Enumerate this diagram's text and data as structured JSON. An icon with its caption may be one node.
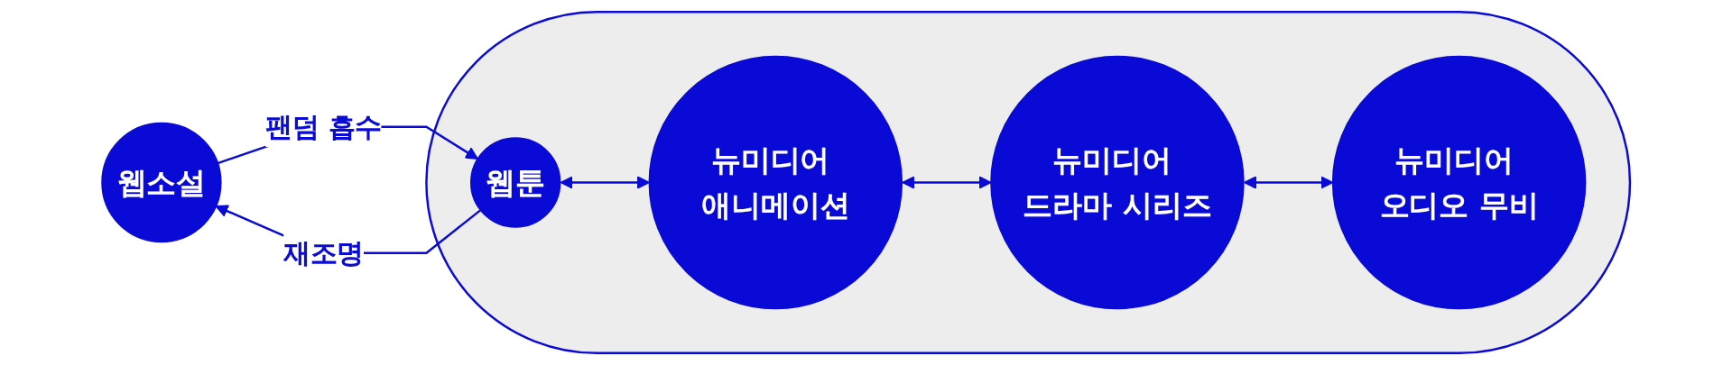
{
  "diagram": {
    "nodes": [
      {
        "text": [
          "웹소설"
        ]
      },
      {
        "text": [],
        "shape": "band"
      },
      {
        "text": [
          "웹툰"
        ],
        "in": 1
      },
      {
        "text": [
          "뉴미디어 애니메이션"
        ],
        "in": 1
      },
      {
        "text": [
          "뉴미디어 드라마 시리즈"
        ],
        "in": 1
      },
      {
        "text": [
          "뉴미디어 오디오 무비"
        ],
        "in": 1
      }
    ],
    "edges": [
      {
        "from": 0,
        "to": 2,
        "label": "팬덤 흡수",
        "arrow": "to"
      },
      {
        "from": 2,
        "to": 0,
        "label": "재조명",
        "arrow": "to"
      },
      {
        "from": 2,
        "to": 3,
        "arrow": "both"
      },
      {
        "from": 3,
        "to": 4,
        "arrow": "both"
      },
      {
        "from": 4,
        "to": 5,
        "arrow": "both"
      }
    ]
  }
}
